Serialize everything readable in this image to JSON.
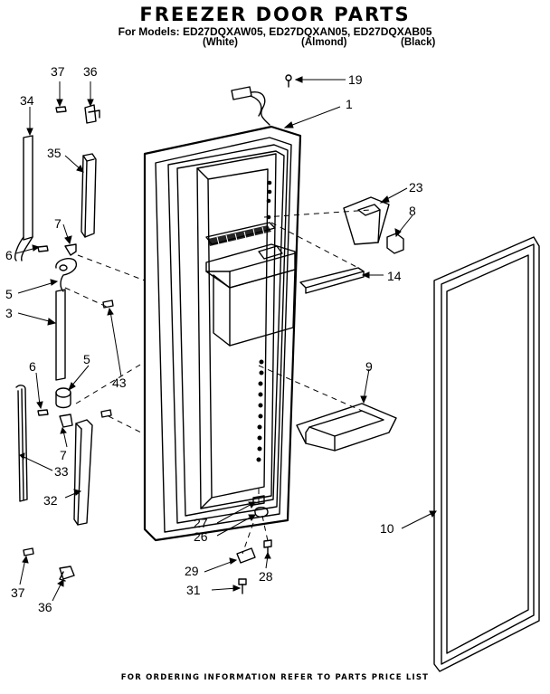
{
  "header": {
    "title": "FREEZER DOOR PARTS",
    "models": "For Models: ED27DQXAW05, ED27DQXAN05, ED27DQXAB05",
    "finishes": [
      "(White)",
      "(Almond)",
      "(Black)"
    ]
  },
  "callouts": [
    "37",
    "36",
    "19",
    "1",
    "34",
    "35",
    "23",
    "8",
    "7",
    "6",
    "5",
    "14",
    "3",
    "43",
    "9",
    "6",
    "5",
    "7",
    "33",
    "32",
    "27",
    "26",
    "10",
    "29",
    "28",
    "31",
    "37",
    "36"
  ],
  "footer": "FOR ORDERING INFORMATION REFER TO PARTS PRICE LIST"
}
